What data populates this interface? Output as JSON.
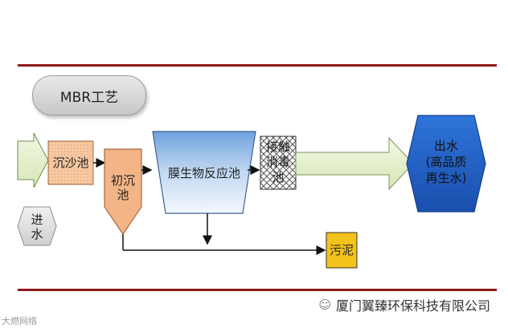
{
  "title_tag": "MBR工艺",
  "inlet_label": "进水",
  "units": {
    "grit_chamber": "沉沙池",
    "primary_clarifier_line1": "初沉",
    "primary_clarifier_line2": "池",
    "membrane_bioreactor": "膜生物反应池",
    "disinfection_line1": "接触",
    "disinfection_line2": "消毒",
    "disinfection_line3": "池",
    "outlet_line1": "出水",
    "outlet_line2": "(高品质",
    "outlet_line3": "再生水)",
    "sludge": "污泥"
  },
  "footer": {
    "company": "厦门翼臻环保科技有限公司"
  },
  "watermark": "大燃网络",
  "colors": {
    "divider": "#8e1b1b",
    "outlet_fill": "#1f5fc8",
    "sludge_fill": "#f3c21b",
    "arrow_fill": "#e4efc9",
    "grit_fill": "#f7c9a2",
    "clarifier_fill": "#f3b486",
    "reactor_fill": "#a9c8ea"
  }
}
